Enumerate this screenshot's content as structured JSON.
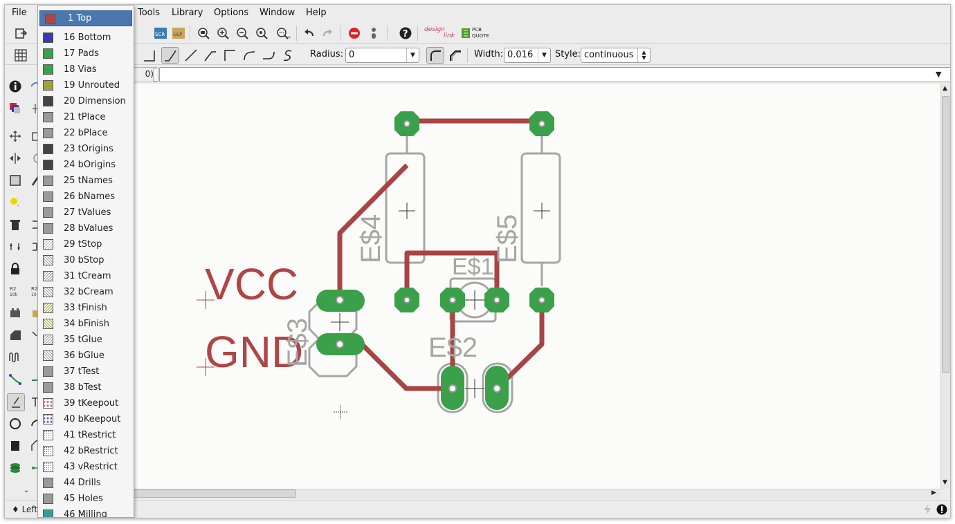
{
  "menu": {
    "file": "File",
    "tools": "Tools",
    "library": "Library",
    "options": "Options",
    "window": "Window",
    "help": "Help"
  },
  "toolbar": {
    "designlink_top": "design",
    "designlink_bottom": "link",
    "pcbquote_top": "PCB",
    "pcbquote_bottom": "QUOTE",
    "scr_label": "SCR",
    "ulp_label": "ULP"
  },
  "params": {
    "radius_label": "Radius:",
    "radius_value": "0",
    "width_label": "Width:",
    "width_value": "0.016",
    "style_label": "Style:",
    "style_value": "continuous"
  },
  "command_line": {
    "coord_fragment": "0)",
    "value": ""
  },
  "layers": [
    {
      "label": "1 Top",
      "color": "#b04545",
      "pattern": "solid",
      "selected": true
    },
    {
      "label": "16 Bottom",
      "color": "#3a3ab0",
      "pattern": "solid"
    },
    {
      "label": "17 Pads",
      "color": "#3aa04a",
      "pattern": "solid"
    },
    {
      "label": "18 Vias",
      "color": "#3aa04a",
      "pattern": "solid"
    },
    {
      "label": "19 Unrouted",
      "color": "#a4a040",
      "pattern": "solid"
    },
    {
      "label": "20 Dimension",
      "color": "#444444",
      "pattern": "solid"
    },
    {
      "label": "21 tPlace",
      "color": "#9a9a9a",
      "pattern": "solid"
    },
    {
      "label": "22 bPlace",
      "color": "#9a9a9a",
      "pattern": "solid"
    },
    {
      "label": "23 tOrigins",
      "color": "#444444",
      "pattern": "solid"
    },
    {
      "label": "24 bOrigins",
      "color": "#444444",
      "pattern": "solid"
    },
    {
      "label": "25 tNames",
      "color": "#9a9a9a",
      "pattern": "solid"
    },
    {
      "label": "26 bNames",
      "color": "#9a9a9a",
      "pattern": "solid"
    },
    {
      "label": "27 tValues",
      "color": "#9a9a9a",
      "pattern": "solid"
    },
    {
      "label": "28 bValues",
      "color": "#9a9a9a",
      "pattern": "solid"
    },
    {
      "label": "29 tStop",
      "color": "#9a9a9a",
      "pattern": "hatch-light"
    },
    {
      "label": "30 bStop",
      "color": "#9a9a9a",
      "pattern": "hatch-back"
    },
    {
      "label": "31 tCream",
      "color": "#9a9a9a",
      "pattern": "hatch"
    },
    {
      "label": "32 bCream",
      "color": "#9a9a9a",
      "pattern": "hatch-back"
    },
    {
      "label": "33 tFinish",
      "color": "#a4a040",
      "pattern": "hatch"
    },
    {
      "label": "34 bFinish",
      "color": "#a4a040",
      "pattern": "hatch-back"
    },
    {
      "label": "35 tGlue",
      "color": "#9a9a9a",
      "pattern": "hatch"
    },
    {
      "label": "36 bGlue",
      "color": "#9a9a9a",
      "pattern": "hatch-back"
    },
    {
      "label": "37 tTest",
      "color": "#9a9a9a",
      "pattern": "solid"
    },
    {
      "label": "38 bTest",
      "color": "#9a9a9a",
      "pattern": "solid"
    },
    {
      "label": "39 tKeepout",
      "color": "#b04545",
      "pattern": "dots"
    },
    {
      "label": "40 bKeepout",
      "color": "#3a3ab0",
      "pattern": "dots"
    },
    {
      "label": "41 tRestrict",
      "color": "#b04545",
      "pattern": "dots-sparse"
    },
    {
      "label": "42 bRestrict",
      "color": "#3a3ab0",
      "pattern": "dots-sparse"
    },
    {
      "label": "43 vRestrict",
      "color": "#3aa04a",
      "pattern": "dots-sparse"
    },
    {
      "label": "44 Drills",
      "color": "#9a9a9a",
      "pattern": "solid"
    },
    {
      "label": "45 Holes",
      "color": "#9a9a9a",
      "pattern": "solid"
    },
    {
      "label": "46 Milling",
      "color": "#3a9a9a",
      "pattern": "solid"
    }
  ],
  "board": {
    "labels": {
      "vcc": "VCC",
      "gnd": "GND",
      "es1": "E$1",
      "es2": "E$2",
      "es3": "E$3",
      "es4": "E$4",
      "es5": "E$5"
    },
    "colors": {
      "trace": "#a84444",
      "pad": "#3aa04a",
      "outline": "#a6a6a6"
    }
  },
  "status": {
    "left_text": "Left"
  }
}
